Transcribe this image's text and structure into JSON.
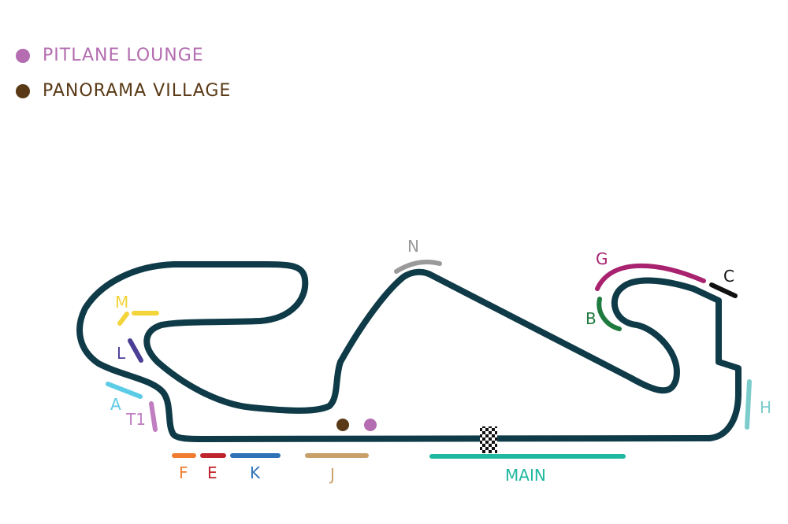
{
  "legend": {
    "items": [
      {
        "label": "PITLANE LOUNGE",
        "color": "#b36db0"
      },
      {
        "label": "PANORAMA VILLAGE",
        "color": "#5a3a16"
      }
    ]
  },
  "track": {
    "color": "#0f3a47"
  },
  "grandstands": [
    {
      "label": "A",
      "color": "#5ccbe6"
    },
    {
      "label": "T1",
      "color": "#c07ec0"
    },
    {
      "label": "L",
      "color": "#4a3f95"
    },
    {
      "label": "M",
      "color": "#f3d43a"
    },
    {
      "label": "N",
      "color": "#9a9a9a"
    },
    {
      "label": "G",
      "color": "#a8226f"
    },
    {
      "label": "B",
      "color": "#1e7a3e"
    },
    {
      "label": "C",
      "color": "#111111"
    },
    {
      "label": "H",
      "color": "#7ccccc"
    },
    {
      "label": "F",
      "color": "#f07d32"
    },
    {
      "label": "E",
      "color": "#c0242c"
    },
    {
      "label": "K",
      "color": "#2f72b7"
    },
    {
      "label": "J",
      "color": "#c9a06a"
    },
    {
      "label": "MAIN",
      "color": "#1fb8a0"
    }
  ],
  "markers": {
    "panorama_village_color": "#5a3a16",
    "pitlane_lounge_color": "#b36db0"
  },
  "icons": {
    "finish": "checkered-flag-icon"
  }
}
